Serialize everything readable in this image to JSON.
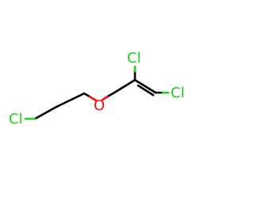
{
  "colors": {
    "bond": "#000000",
    "chlorine": "#1fd01f",
    "oxygen": "#ff0d0d",
    "background": "#ffffff"
  },
  "atoms": {
    "cl_left": "Cl",
    "oxygen": "O",
    "cl_upper": "Cl",
    "cl_right": "Cl"
  }
}
